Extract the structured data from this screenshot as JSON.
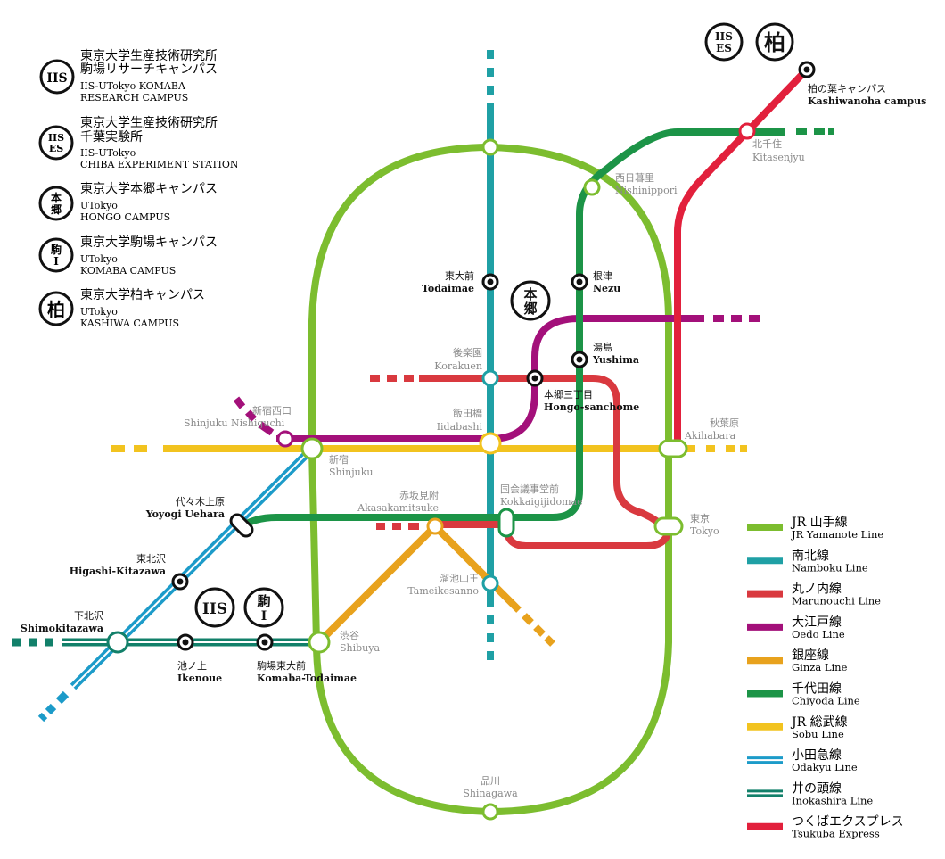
{
  "campuses": [
    {
      "badge": "IIS",
      "jp": "東京大学生産技術研究所",
      "jp2": "駒場リサーチキャンパス",
      "en": "IIS-UTokyo KOMABA",
      "en2": "RESEARCH CAMPUS"
    },
    {
      "badge1": "IIS",
      "badge2": "ES",
      "jp": "東京大学生産技術研究所",
      "jp2": "千葉実験所",
      "en": "IIS-UTokyo",
      "en2": "CHIBA EXPERIMENT STATION"
    },
    {
      "badge1": "本",
      "badge2": "郷",
      "jp": "東京大学本郷キャンパス",
      "en": "UTokyo",
      "en2": "HONGO CAMPUS"
    },
    {
      "badge1": "駒",
      "badge2": "I",
      "jp": "東京大学駒場キャンパス",
      "en": "UTokyo",
      "en2": "KOMABA CAMPUS"
    },
    {
      "badge": "柏",
      "jp": "東京大学柏キャンパス",
      "en": "UTokyo",
      "en2": "KASHIWA CAMPUS"
    }
  ],
  "map_badges": {
    "iis": "IIS",
    "iises_1": "IIS",
    "iises_2": "ES",
    "kashiwa": "柏",
    "hongo_1": "本",
    "hongo_2": "郷",
    "komaba_1": "駒",
    "komaba_2": "I"
  },
  "stations": {
    "kashiwanoha": {
      "jp": "柏の葉キャンパス",
      "en": "Kashiwanoha campus"
    },
    "kitasenjyu": {
      "jp": "北千住",
      "en": "Kitasenjyu"
    },
    "nishinippori": {
      "jp": "西日暮里",
      "en": "Nishinippori"
    },
    "todaimae": {
      "jp": "東大前",
      "en": "Todaimae"
    },
    "nezu": {
      "jp": "根津",
      "en": "Nezu"
    },
    "yushima": {
      "jp": "湯島",
      "en": "Yushima"
    },
    "korakuen": {
      "jp": "後楽園",
      "en": "Korakuen"
    },
    "hongo": {
      "jp": "本郷三丁目",
      "en": "Hongo-sanchome"
    },
    "shinjukunishi": {
      "jp": "新宿西口",
      "en": "Shinjuku Nishiguchi"
    },
    "iidabashi": {
      "jp": "飯田橋",
      "en": "Iidabashi"
    },
    "akihabara": {
      "jp": "秋葉原",
      "en": "Akihabara"
    },
    "shinjuku": {
      "jp": "新宿",
      "en": "Shinjuku"
    },
    "yoyogi": {
      "jp": "代々木上原",
      "en": "Yoyogi Uehara"
    },
    "akasaka": {
      "jp": "赤坂見附",
      "en": "Akasakamitsuke"
    },
    "kokkai": {
      "jp": "国会議事堂前",
      "en": "Kokkaigijidomae"
    },
    "tokyo": {
      "jp": "東京",
      "en": "Tokyo"
    },
    "higashi": {
      "jp": "東北沢",
      "en": "Higashi-Kitazawa"
    },
    "tameike": {
      "jp": "溜池山王",
      "en": "Tameikesanno"
    },
    "shimokita": {
      "jp": "下北沢",
      "en": "Shimokitazawa"
    },
    "shibuya": {
      "jp": "渋谷",
      "en": "Shibuya"
    },
    "ikenoue": {
      "jp": "池ノ上",
      "en": "Ikenoue"
    },
    "komabatodai": {
      "jp": "駒場東大前",
      "en": "Komaba-Todaimae"
    },
    "shinagawa": {
      "jp": "品川",
      "en": "Shinagawa"
    }
  },
  "legend": [
    {
      "jp": "JR 山手線",
      "en": "JR Yamanote Line",
      "color": "#7cbd2f",
      "style": "solid"
    },
    {
      "jp": "南北線",
      "en": "Namboku Line",
      "color": "#1fa0a5",
      "style": "solid"
    },
    {
      "jp": "丸ノ内線",
      "en": "Marunouchi Line",
      "color": "#d9393f",
      "style": "solid"
    },
    {
      "jp": "大江戸線",
      "en": "Oedo Line",
      "color": "#a3107a",
      "style": "solid"
    },
    {
      "jp": "銀座線",
      "en": "Ginza Line",
      "color": "#e8a21d",
      "style": "solid"
    },
    {
      "jp": "千代田線",
      "en": "Chiyoda Line",
      "color": "#1c9447",
      "style": "solid"
    },
    {
      "jp": "JR 総武線",
      "en": "Sobu Line",
      "color": "#f2c31f",
      "style": "solid"
    },
    {
      "jp": "小田急線",
      "en": "Odakyu Line",
      "color": "#1c9bc9",
      "style": "double"
    },
    {
      "jp": "井の頭線",
      "en": "Inokashira Line",
      "color": "#12806a",
      "style": "double"
    },
    {
      "jp": "つくばエクスプレス",
      "en": "Tsukuba Express",
      "color": "#e2203c",
      "style": "solid"
    }
  ],
  "colors": {
    "yamanote": "#7cbd2f",
    "namboku": "#1fa0a5",
    "marunouchi": "#d9393f",
    "oedo": "#a3107a",
    "ginza": "#e8a21d",
    "chiyoda": "#1c9447",
    "sobu": "#f2c31f",
    "odakyu": "#1c9bc9",
    "inokashira": "#12806a",
    "tsukuba": "#e2203c"
  }
}
